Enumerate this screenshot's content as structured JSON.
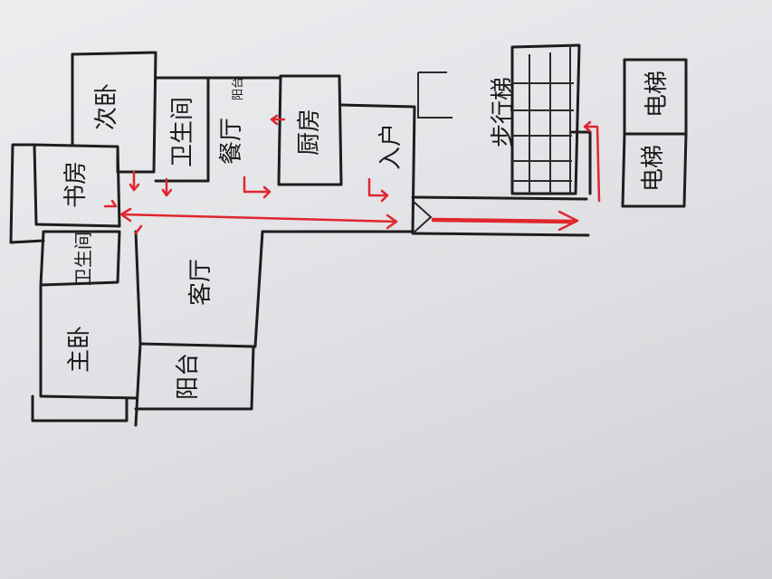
{
  "rooms": {
    "second_bedroom": "次卧",
    "study": "书房",
    "bathroom_upper": "卫生间",
    "balcony_small": "阳台",
    "dining_room": "餐厅",
    "kitchen": "厨房",
    "entrance": "入户",
    "stairs": "步行梯",
    "elevator_left": "电梯",
    "elevator_right": "电梯",
    "bathroom_master": "卫生间",
    "living_room": "客厅",
    "master_bedroom": "主卧",
    "balcony_large": "阳台"
  },
  "colors": {
    "wall": "#1d1d1d",
    "route": "#e0262e",
    "paper": "#e6e7ea"
  }
}
